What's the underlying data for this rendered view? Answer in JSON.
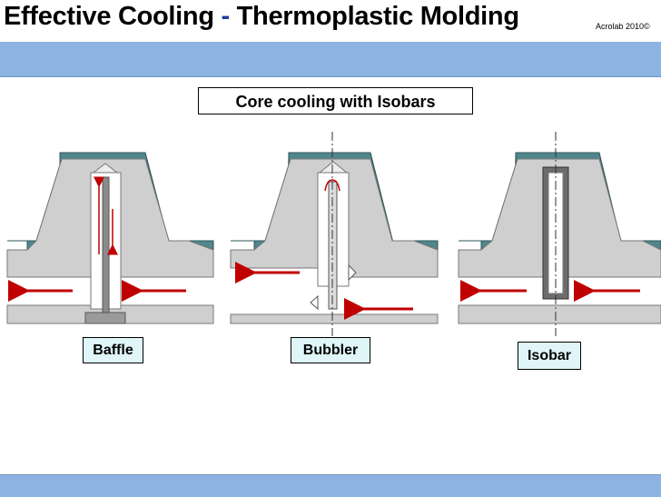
{
  "header": {
    "title_part1": "Effective Cooling ",
    "title_dash": "-",
    "title_part2": " Thermoplastic Molding",
    "copyright": "Acrolab 2010©"
  },
  "caption": "Core cooling with Isobars",
  "panels": [
    {
      "label": "Baffle"
    },
    {
      "label": "Bubbler"
    },
    {
      "label": "Isobar"
    }
  ],
  "colors": {
    "band": "#8db3e2",
    "mold_outline": "#4f868c",
    "mold_fill": "#cfcfcf",
    "flow_arrow": "#c00000",
    "label_fill": "#dff5f7"
  }
}
